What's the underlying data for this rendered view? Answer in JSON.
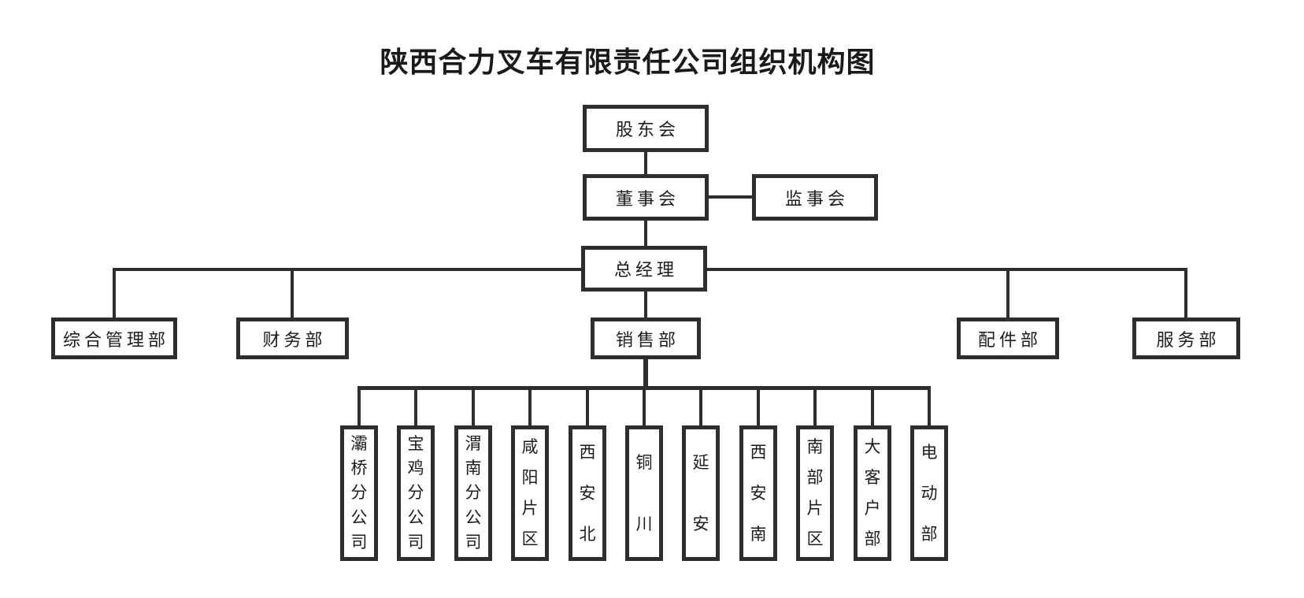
{
  "title": "陕西合力叉车有限责任公司组织机构图",
  "org": {
    "top": {
      "shareholders": "股东会",
      "board": "董事会",
      "supervisors": "监事会",
      "general_manager": "总经理"
    },
    "departments": [
      {
        "label": "综合管理部"
      },
      {
        "label": "财务部"
      },
      {
        "label": "销售部"
      },
      {
        "label": "配件部"
      },
      {
        "label": "服务部"
      }
    ],
    "sales_units": [
      {
        "label": "灞桥分公司"
      },
      {
        "label": "宝鸡分公司"
      },
      {
        "label": "渭南分公司"
      },
      {
        "label": "咸阳片区"
      },
      {
        "label": "西安北"
      },
      {
        "label": "铜川"
      },
      {
        "label": "延安"
      },
      {
        "label": "西安南"
      },
      {
        "label": "南部片区"
      },
      {
        "label": "大客户部"
      },
      {
        "label": "电动部"
      }
    ]
  },
  "colors": {
    "line": "#2e2e2e",
    "text": "#1c1c1c",
    "background": "#ffffff"
  }
}
